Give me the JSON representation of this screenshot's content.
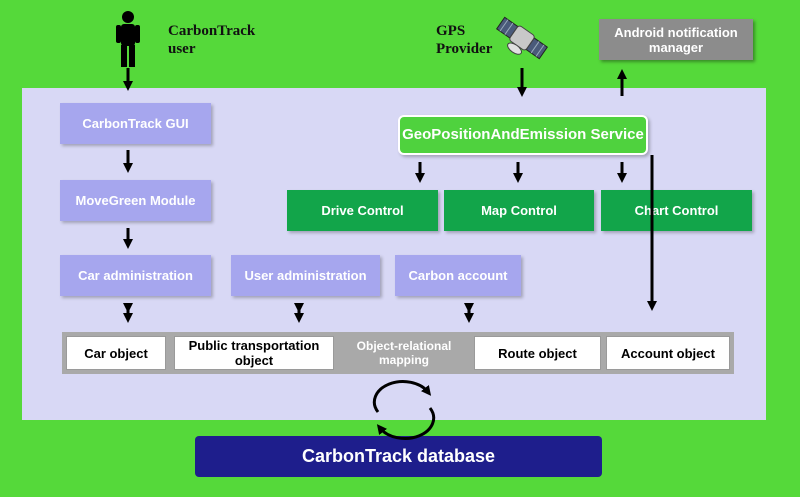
{
  "user_label": "CarbonTrack user",
  "gps_label": "GPS Provider",
  "notification_manager": "Android notification manager",
  "gui": "CarbonTrack GUI",
  "movegreen": "MoveGreen Module",
  "car_admin": "Car administration",
  "user_admin": "User administration",
  "carbon_account": "Carbon account",
  "service": "GeoPositionAndEmission Service",
  "controls": [
    "Drive Control",
    "Map Control",
    "Chart Control"
  ],
  "objects": {
    "car": "Car object",
    "public_transport": "Public transportation object",
    "orm": "Object-relational mapping",
    "route": "Route object",
    "account": "Account object"
  },
  "database": "CarbonTrack database",
  "icons": [
    "user-figure-icon",
    "satellite-icon",
    "sync-cycle-icon"
  ]
}
